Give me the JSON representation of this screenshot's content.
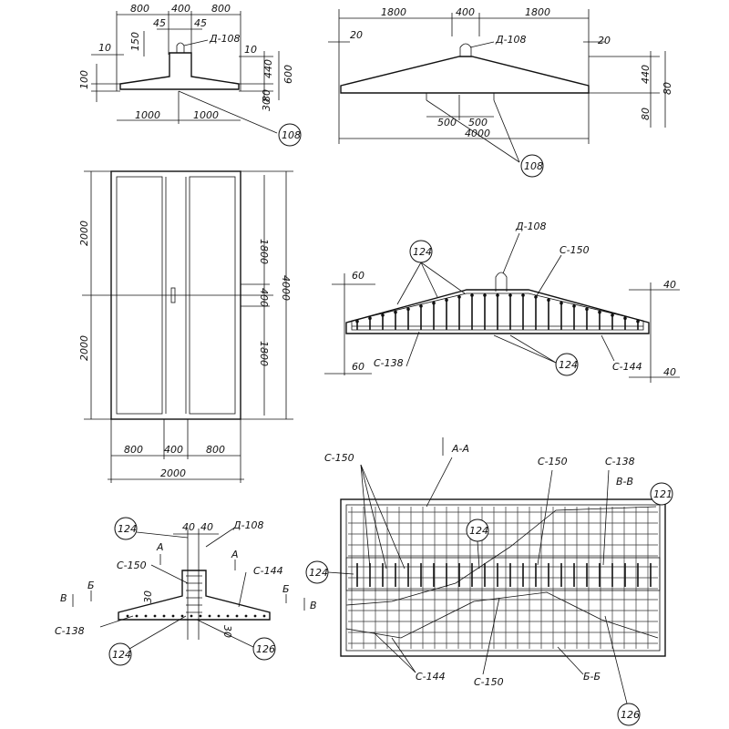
{
  "views": {
    "front_small": {
      "top_dims": [
        "800",
        "400",
        "800"
      ],
      "sub_dims": [
        "45",
        "45"
      ],
      "left_dims": [
        "10",
        "150",
        "100"
      ],
      "right_dims": [
        "10",
        "440",
        "600",
        "80",
        "30"
      ],
      "bottom_dims": [
        "1000",
        "1000"
      ],
      "callout_loop": "Д-108",
      "callout_circle": "108"
    },
    "front_large": {
      "top_dims": [
        "1800",
        "400",
        "1800"
      ],
      "left_dim": "20",
      "right_dims": [
        "20",
        "440",
        "80",
        "80"
      ],
      "bottom_dims": [
        "500",
        "500",
        "4000"
      ],
      "callout_loop": "Д-108",
      "callout_circle": "108"
    },
    "plan": {
      "left_dims": [
        "2000",
        "2000"
      ],
      "right_dims": [
        "1800",
        "400",
        "1800",
        "4000"
      ],
      "bottom_dims": [
        "800",
        "400",
        "800",
        "2000"
      ]
    },
    "reinforcement_elevation": {
      "labels": [
        "Д-108",
        "С-150",
        "С-138",
        "С-144"
      ],
      "dims": [
        "60",
        "60",
        "40",
        "40"
      ],
      "circles": [
        "124",
        "124"
      ]
    },
    "section": {
      "top_dims": [
        "40",
        "40"
      ],
      "side_dims": [
        "30",
        "30"
      ],
      "labels": [
        "Д-108",
        "С-150",
        "С-144",
        "С-138"
      ],
      "section_marks": [
        "А",
        "А",
        "Б",
        "Б",
        "В",
        "В"
      ],
      "circles": [
        "124",
        "124",
        "126"
      ]
    },
    "plan_section": {
      "titles": [
        "А-А",
        "В-В",
        "Б-Б"
      ],
      "labels": [
        "С-150",
        "С-150",
        "С-138",
        "С-144",
        "С-150"
      ],
      "circles": [
        "121",
        "124",
        "124",
        "126"
      ]
    }
  }
}
